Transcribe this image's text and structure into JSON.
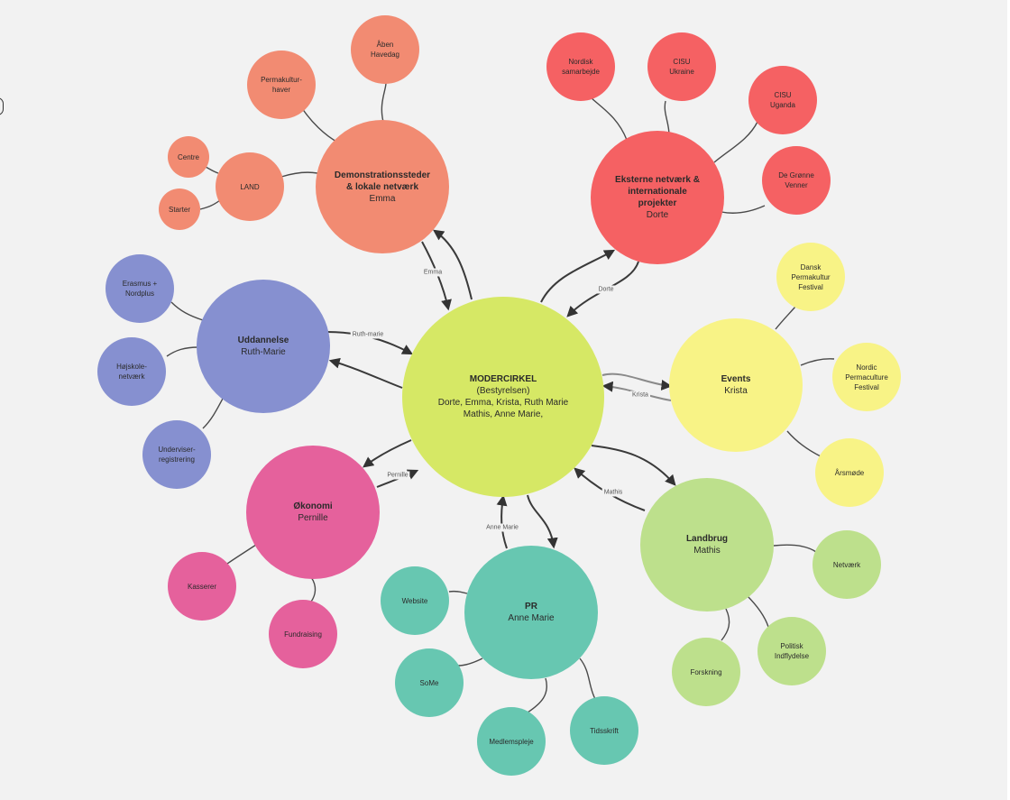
{
  "center": {
    "title": "MODERCIRKEL",
    "lines": "(Bestyrelsen)\nDorte, Emma, Krista, Ruth Marie\nMathis, Anne Marie,"
  },
  "groups": {
    "demonstration": {
      "title": "Demonstrationssteder\n& lokale netværk",
      "person": "Emma"
    },
    "eksterne": {
      "title": "Eksterne netværk &\ninternationale\nprojekter",
      "person": "Dorte"
    },
    "uddannelse": {
      "title": "Uddannelse",
      "person": "Ruth-Marie"
    },
    "events": {
      "title": "Events",
      "person": "Krista"
    },
    "okonomi": {
      "title": "Økonomi",
      "person": "Pernille"
    },
    "landbrug": {
      "title": "Landbrug",
      "person": "Mathis"
    },
    "pr": {
      "title": "PR",
      "person": "Anne Marie"
    }
  },
  "leaves": {
    "aaben_havedag": "Åben\nHavedag",
    "permakulturhaver": "Permakultur-\nhaver",
    "land": "LAND",
    "centre": "Centre",
    "starter": "Starter",
    "nordisk": "Nordisk\nsamarbejde",
    "cisu_ukraine": "CISU\nUkraine",
    "cisu_uganda": "CISU\nUganda",
    "de_gronne": "De Grønne\nVenner",
    "erasmus": "Erasmus +\nNordplus",
    "hojskole": "Højskole-\nnetværk",
    "underviser": "Underviser-\nregistrering",
    "dansk_perma": "Dansk\nPermakultur\nFestival",
    "nordic_perma": "Nordic\nPermaculture\nFestival",
    "aarsmode": "Årsmøde",
    "kasserer": "Kasserer",
    "fundraising": "Fundraising",
    "netvaerk": "Netværk",
    "politisk": "Politisk\nIndflydelse",
    "forskning": "Forskning",
    "website": "Website",
    "some": "SoMe",
    "medlemspleje": "Medlemspleje",
    "tidsskrift": "Tidsskrift"
  },
  "edge_labels": {
    "emma": "Emma",
    "dorte": "Dorte",
    "ruth_marie": "Ruth-marie",
    "krista": "Krista",
    "pernille": "Pernille",
    "mathis": "Mathis",
    "anne_marie": "Anne Marie"
  },
  "colors": {
    "background": "#f2f2f2",
    "center": "#d6e865",
    "demonstration": "#f28b72",
    "eksterne": "#f56163",
    "uddannelse": "#8690d0",
    "events": "#f8f386",
    "okonomi": "#e5619c",
    "landbrug": "#bde08c",
    "pr": "#67c7b1"
  }
}
